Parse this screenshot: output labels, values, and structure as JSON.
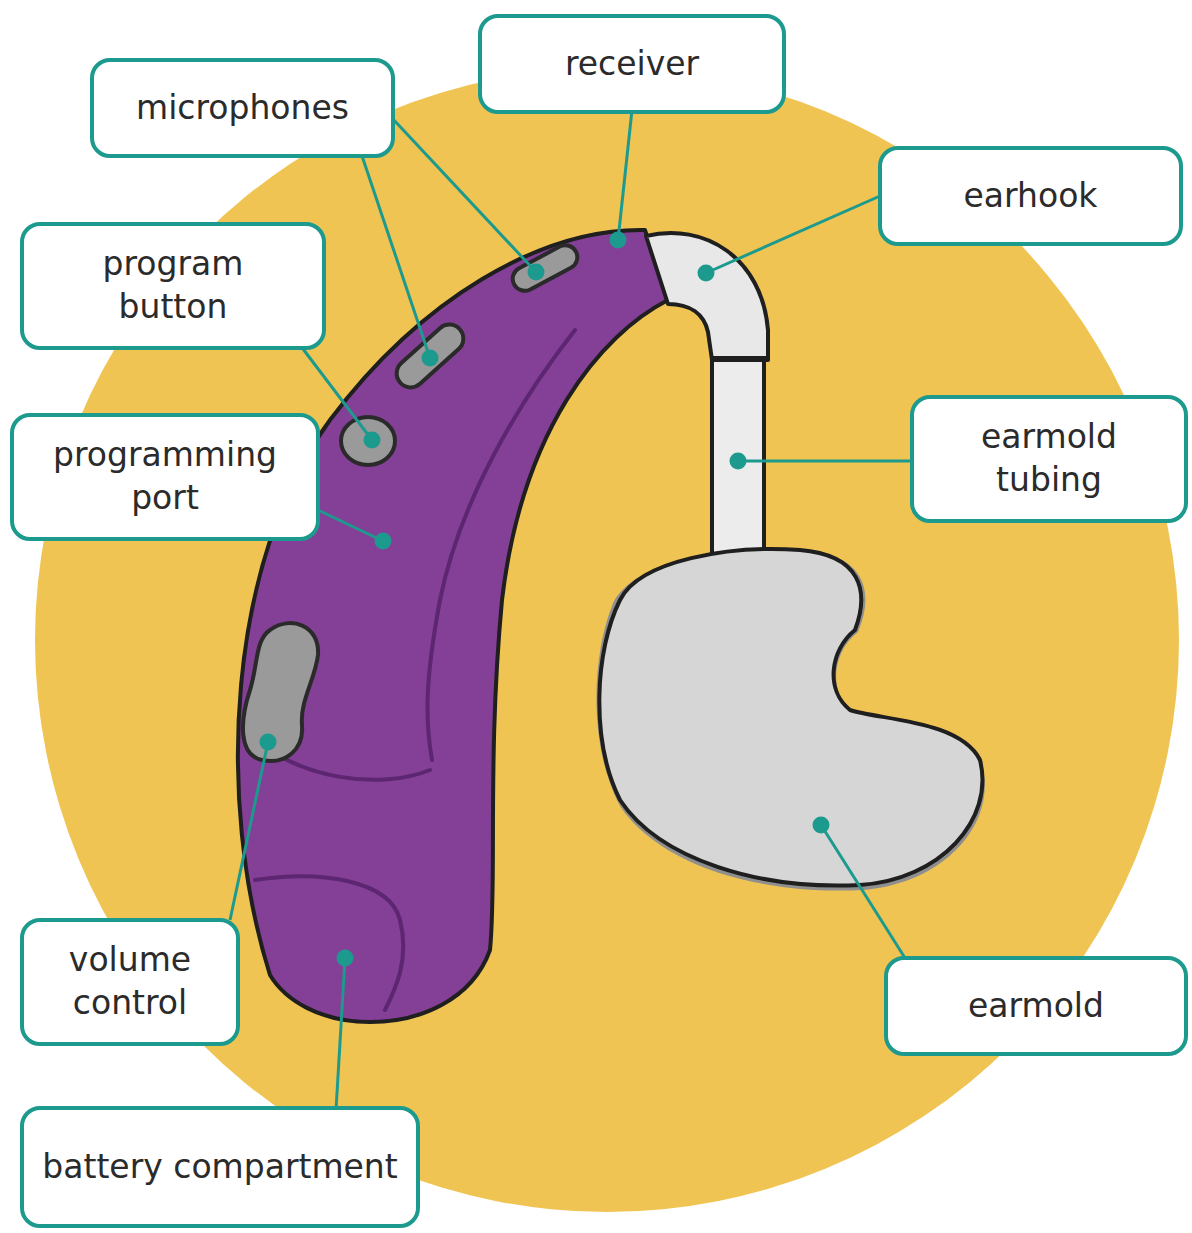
{
  "diagram": {
    "nodes": [
      {
        "text": [
          "receiver"
        ]
      },
      {
        "text": [
          "microphones"
        ]
      },
      {
        "text": [
          "earhook"
        ]
      },
      {
        "text": [
          "program button"
        ]
      },
      {
        "text": [
          "earmold tubing"
        ]
      },
      {
        "text": [
          "programming port"
        ]
      },
      {
        "text": [
          "volume control"
        ]
      },
      {
        "text": [
          "earmold"
        ]
      },
      {
        "text": [
          "battery compartment"
        ]
      }
    ]
  }
}
